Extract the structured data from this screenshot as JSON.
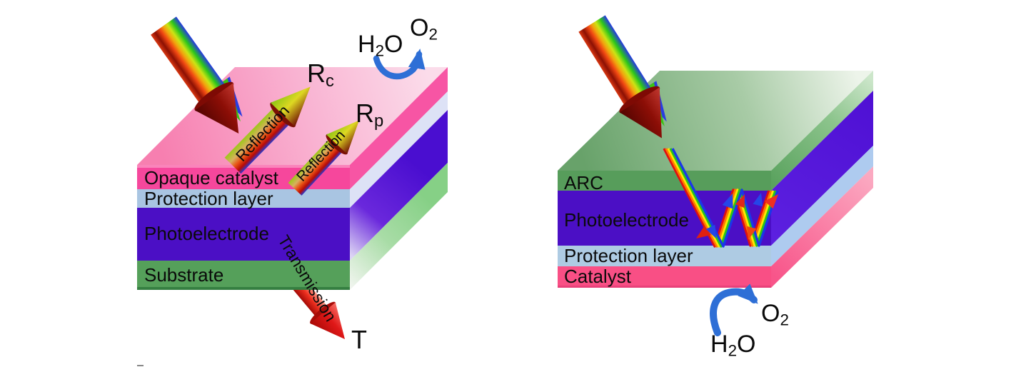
{
  "figure": {
    "left": {
      "layers": [
        {
          "label": "Opaque catalyst"
        },
        {
          "label": "Protection layer"
        },
        {
          "label": "Photoelectrode"
        },
        {
          "label": "Substrate"
        }
      ],
      "reflection_1": "Reflection",
      "reflection_2": "Reflection",
      "transmission": "Transmission",
      "transmission_symbol": "T",
      "rc_base": "R",
      "rc_sub": "c",
      "rp_base": "R",
      "rp_sub": "p",
      "h2o_h": "H",
      "h2o_sub": "2",
      "h2o_o": "O",
      "o2_base": "O",
      "o2_sub": "2"
    },
    "right": {
      "layers": [
        {
          "label": "ARC"
        },
        {
          "label": "Photoelectrode"
        },
        {
          "label": "Protection layer"
        },
        {
          "label": "Catalyst"
        }
      ],
      "h2o_h": "H",
      "h2o_sub": "2",
      "h2o_o": "O",
      "o2_base": "O",
      "o2_sub": "2"
    }
  },
  "colors": {
    "left_catalyst": "#f6479c",
    "left_catalyst_highlight": "#fa84bb",
    "left_protection": "#a9c5e2",
    "photoelectrode": "#4b0fc5",
    "substrate_green": "#55a05a",
    "substrate_edge": "#357f41",
    "arc_green": "#579d5b",
    "right_protection": "#aecbe3",
    "right_catalyst": "#f94f85",
    "right_catalyst_edge": "#e8417a",
    "cycle_arrow_blue": "#2e6fd6"
  }
}
